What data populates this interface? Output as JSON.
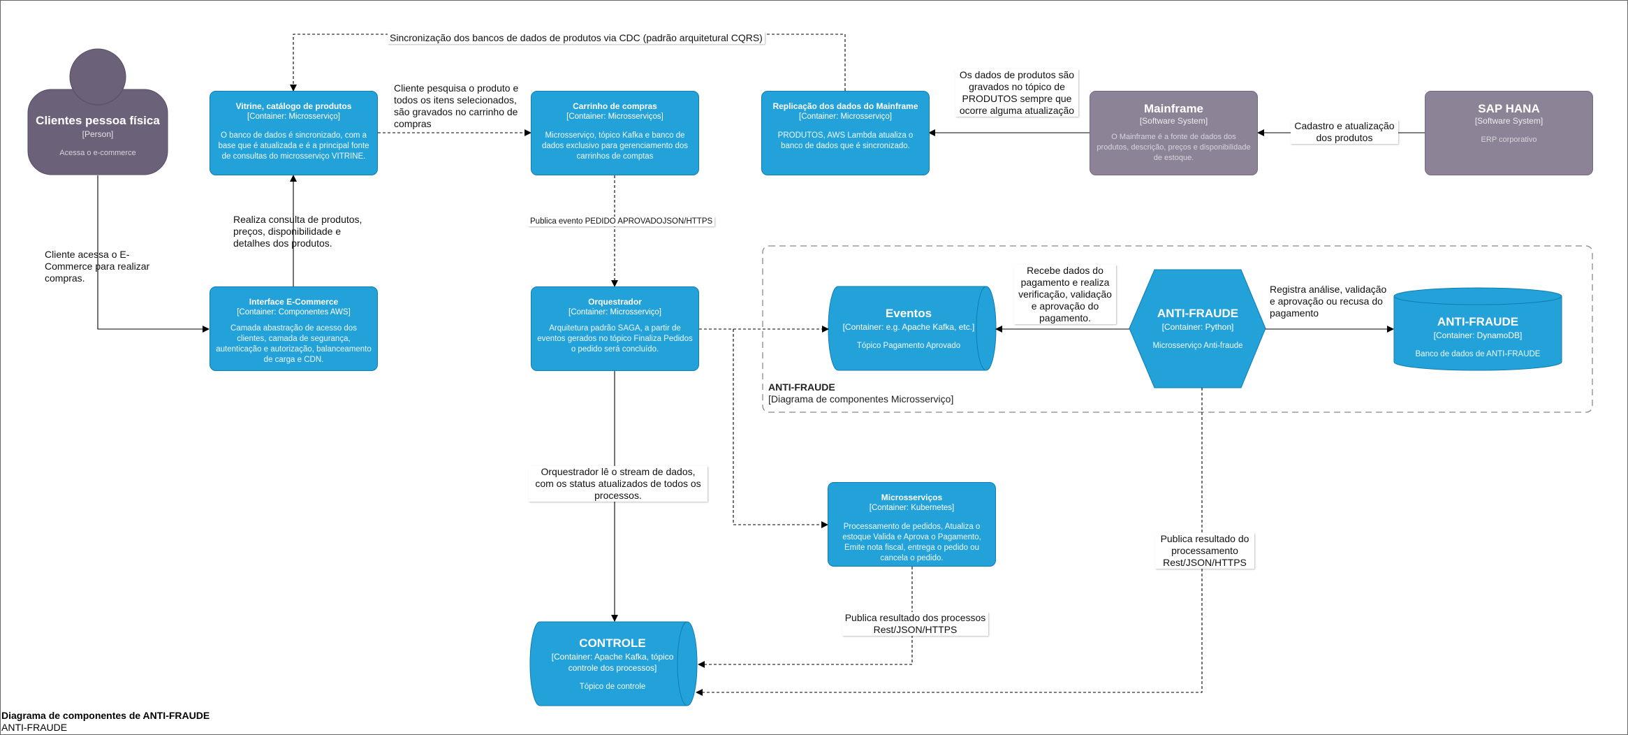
{
  "nodes": {
    "person": {
      "title": "Clientes pessoa física",
      "type": "[Person]",
      "desc": "Acessa o e-commerce"
    },
    "vitrine": {
      "title": "Vitrine, catálogo de produtos",
      "type": "[Container: Microsserviço]",
      "desc": "O banco de dados é sincronizado, com a base que é atualizada e é a principal fonte de consultas do microsserviço VITRINE."
    },
    "carrinho": {
      "title": "Carrinho de compras",
      "type": "[Container: Microsserviços]",
      "desc": "Microsserviço, tópico Kafka e banco de dados exclusivo para gerenciamento dos carrinhos de comptas"
    },
    "replicacao": {
      "title": "Replicação dos dados do Mainframe",
      "type": "[Container: Microsserviço]",
      "desc": "PRODUTOS, AWS Lambda atualiza o banco de dados que é sincronizado."
    },
    "mainframe": {
      "title": "Mainframe",
      "type": "[Software System]",
      "desc": "O Mainframe é a fonte de dados dos produtos, descrição, preços e disponibilidade de estoque."
    },
    "sap": {
      "title": "SAP HANA",
      "type": "[Software System]",
      "desc": "ERP corporativo"
    },
    "interface": {
      "title": "Interface E-Commerce",
      "type": "[Container: Componentes AWS]",
      "desc": "Camada abastração de acesso dos clientes, camada de segurança, autenticação e autorização, balanceamento de carga e CDN."
    },
    "orquestrador": {
      "title": "Orquestrador",
      "type": "[Container: Microsserviço]",
      "desc": "Arquitetura padrão SAGA, a partir de eventos gerados no tópico Finaliza Pedidos o pedido será concluído."
    },
    "eventos": {
      "title": "Eventos",
      "type": "[Container: e.g. Apache Kafka, etc.]",
      "desc": "Tópico Pagamento Aprovado"
    },
    "antifraude_svc": {
      "title": "ANTI-FRAUDE",
      "type": "[Container: Python]",
      "desc": "Microsserviço Anti-fraude"
    },
    "antifraude_db": {
      "title": "ANTI-FRAUDE",
      "type": "[Container: DynamoDB]",
      "desc": "Banco de dados de ANTI-FRAUDE"
    },
    "microsservicos": {
      "title": "Microsserviços",
      "type": "[Container: Kubernetes]",
      "desc": "Processamento de pedidos, Atualiza o estoque Valida e Aprova o Pagamento, Emite nota fiscal, entrega o pedido ou cancela o pedido."
    },
    "controle": {
      "title": "CONTROLE",
      "type": "[Container: Apache Kafka, tópico controle dos processos]",
      "desc": "Tópico de controle"
    }
  },
  "edges": {
    "sync": "Sincronização dos bancos de dados de produtos via CDC (padrão arquitetural CQRS)",
    "pesquisa": "Cliente pesquisa o produto e todos os itens selecionados, são gravados no carrinho de compras",
    "gravados": "Os dados de produtos são gravados no tópico de PRODUTOS sempre que ocorre alguma atualização",
    "cadastro": "Cadastro e atualização dos produtos",
    "consulta": "Realiza consulta de produtos, preços, disponibilidade e detalhes dos produtos.",
    "acessa": "Cliente acessa o E-Commerce para realizar compras.",
    "publica_evento": "Publica evento PEDIDO APROVADOJSON/HTTPS",
    "recebe": "Recebe dados do pagamento e realiza verificação, validação e aprovação do pagamento.",
    "registra": "Registra análise, validação e aprovação ou recusa do pagamento",
    "le_stream": "Orquestrador lê o stream de dados, com os status atualizados de todos os processos.",
    "publica_processos": "Publica resultado dos processos Rest/JSON/HTTPS",
    "publica_processamento": "Publica resultado do processamento Rest/JSON/HTTPS"
  },
  "boundary": {
    "title": "ANTI-FRAUDE",
    "subtitle": "[Diagrama de componentes Microsserviço]"
  },
  "footer": {
    "title": "Diagrama de componentes de ANTI-FRAUDE",
    "subtitle": "ANTI-FRAUDE"
  },
  "colors": {
    "container": "#23a2d9",
    "person": "#6b6178",
    "system": "#8c8496",
    "line": "#000000"
  }
}
